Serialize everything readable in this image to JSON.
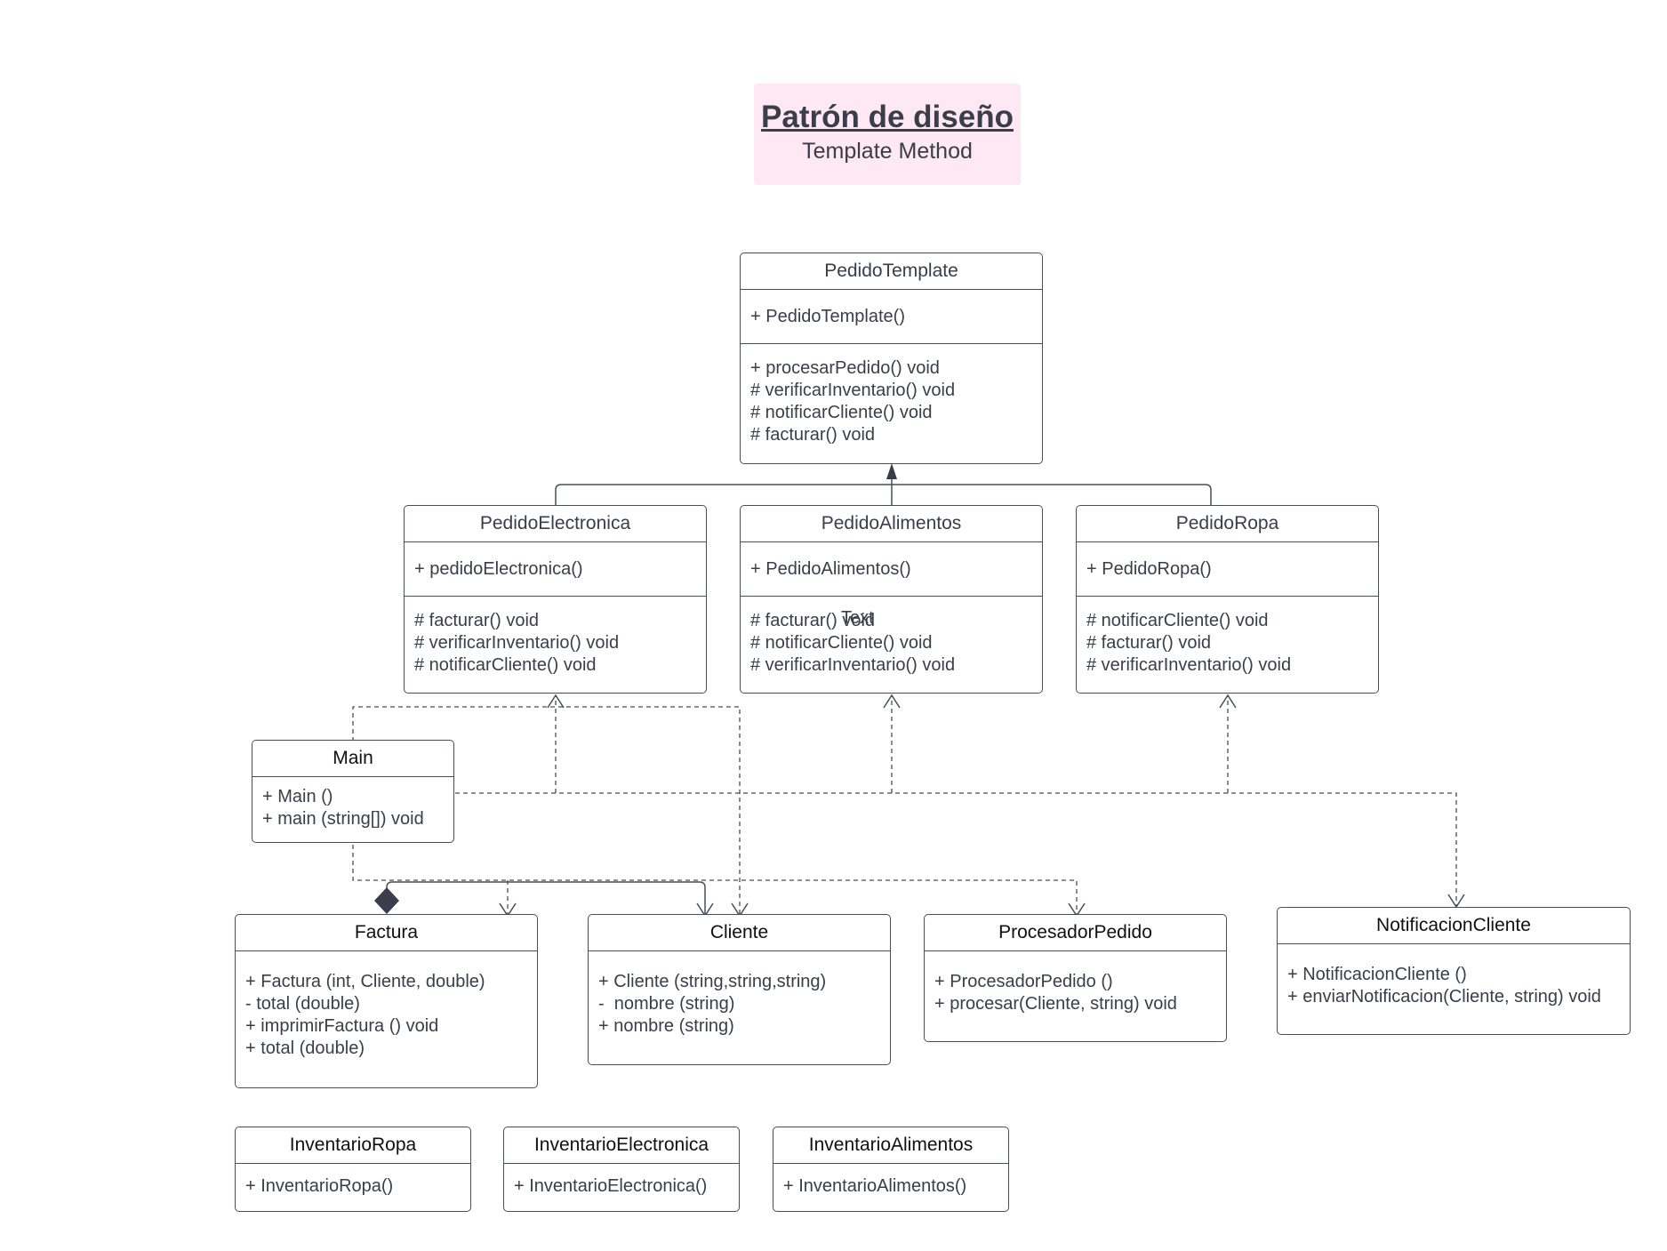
{
  "title": {
    "main": "Patrón de diseño",
    "subtitle": "Template Method"
  },
  "floating_text": "Text",
  "classes": {
    "pedido_template": {
      "name": "PedidoTemplate",
      "constructors": [
        "+ PedidoTemplate()"
      ],
      "methods": [
        "+ procesarPedido() void",
        "# verificarInventario() void",
        "# notificarCliente() void",
        "# facturar() void"
      ]
    },
    "pedido_electronica": {
      "name": "PedidoElectronica",
      "constructors": [
        "+ pedidoElectronica()"
      ],
      "methods": [
        "# facturar() void",
        "# verificarInventario() void",
        "# notificarCliente() void"
      ]
    },
    "pedido_alimentos": {
      "name": "PedidoAlimentos",
      "constructors": [
        "+ PedidoAlimentos()"
      ],
      "methods": [
        "# facturar() void",
        "# notificarCliente() void",
        "# verificarInventario() void"
      ]
    },
    "pedido_ropa": {
      "name": "PedidoRopa",
      "constructors": [
        "+ PedidoRopa()"
      ],
      "methods": [
        "# notificarCliente() void",
        "# facturar() void",
        "# verificarInventario() void"
      ]
    },
    "main": {
      "name": "Main",
      "members": [
        "+ Main ()",
        "+ main (string[]) void"
      ]
    },
    "factura": {
      "name": "Factura",
      "members": [
        "+ Factura (int, Cliente, double)",
        "- total (double)",
        "+ imprimirFactura () void",
        "+ total (double)"
      ]
    },
    "cliente": {
      "name": "Cliente",
      "members": [
        "+ Cliente (string,string,string)",
        "-  nombre (string)",
        "+ nombre (string)"
      ]
    },
    "procesador_pedido": {
      "name": "ProcesadorPedido",
      "members": [
        "+ ProcesadorPedido ()",
        "+ procesar(Cliente, string) void"
      ]
    },
    "notificacion_cliente": {
      "name": "NotificacionCliente",
      "members": [
        "+ NotificacionCliente ()",
        "+ enviarNotificacion(Cliente, string) void"
      ]
    },
    "inventario_ropa": {
      "name": "InventarioRopa",
      "members": [
        "+ InventarioRopa()"
      ]
    },
    "inventario_electronica": {
      "name": "InventarioElectronica",
      "members": [
        "+ InventarioElectronica()"
      ]
    },
    "inventario_alimentos": {
      "name": "InventarioAlimentos",
      "members": [
        "+ InventarioAlimentos()"
      ]
    }
  },
  "colors": {
    "title_background": "#fde8f3",
    "line": "#4a4d58",
    "text": "#3a3d4a"
  }
}
